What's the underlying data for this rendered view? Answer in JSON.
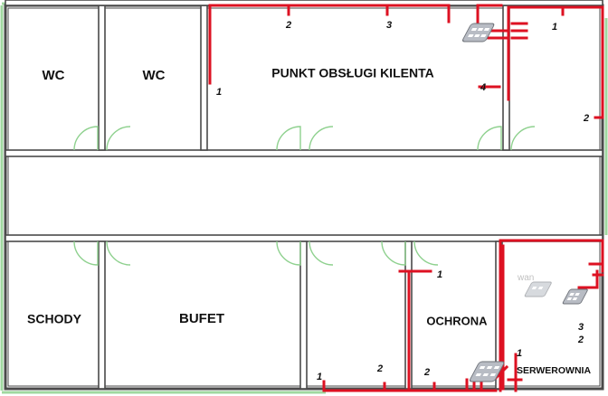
{
  "rooms": {
    "wc1": "WC",
    "wc2": "WC",
    "customer_service": "PUNKT OBSŁUGI KILENTA",
    "stairs": "SCHODY",
    "buffet": "BUFET",
    "security": "OCHRONA",
    "server_room": "SERWEROWNIA"
  },
  "wan_label": "wan",
  "sockets": {
    "pok_1": "1",
    "pok_2": "2",
    "pok_3": "3",
    "pok_4": "4",
    "room_r_1": "1",
    "room_r_2": "2",
    "och_1": "1",
    "bottom_1": "1",
    "bottom_2": "2",
    "bottom_3": "2",
    "srv_1": "1",
    "srv_2": "2",
    "srv_3": "3"
  },
  "colors": {
    "wall": "#4a4a4a",
    "window": "#8fd18f",
    "cable": "#dd1122",
    "device": "#b8bcc4"
  },
  "icons": [
    "network-switch-icon",
    "router-icon"
  ]
}
